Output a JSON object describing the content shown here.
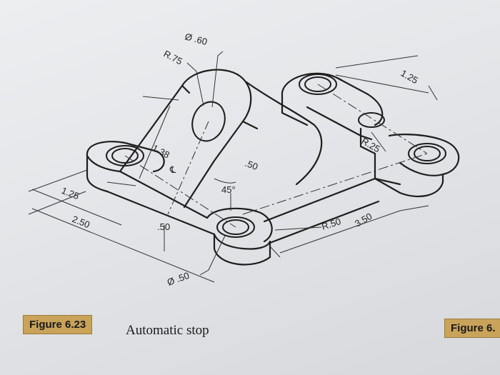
{
  "figure": {
    "number_label": "Figure 6.23",
    "caption": "Automatic stop",
    "next_figure_label": "Figure 6."
  },
  "dimensions": {
    "top_hole_dia": "Ø .60",
    "top_radius": "R.75",
    "height_138": "1.38",
    "centerline": "℄",
    "thickness_50": ".50",
    "angle": "45°",
    "right_125": "1.25",
    "right_radius_25": "R.25",
    "radius_50": "R.50",
    "len_350": "3.50",
    "left_125": "1.25",
    "left_250": "2.50",
    "front_50": ".50",
    "bottom_hole_dia": "Ø .50"
  },
  "colors": {
    "line": "#1e1e1e",
    "paper": "#e6e8ea",
    "badge": "#c9a35a"
  }
}
